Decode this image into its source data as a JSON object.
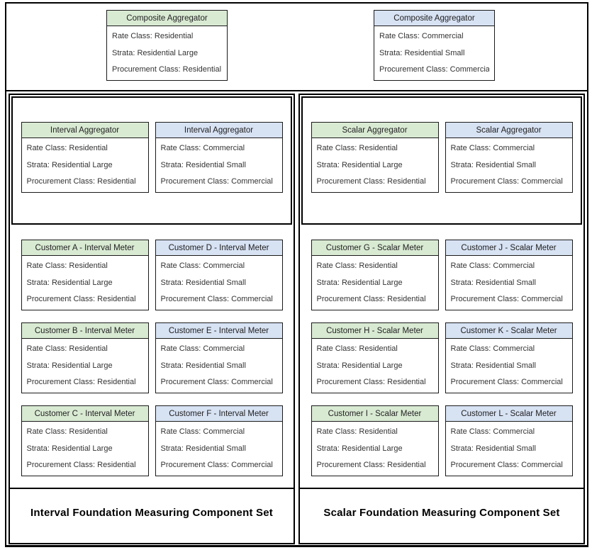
{
  "colors": {
    "green_header": "#d9ead3",
    "blue_header": "#d7e2f3",
    "border": "#000000"
  },
  "top_cards": [
    {
      "title": "Composite Aggregator",
      "scheme": "green",
      "lines": [
        "Rate Class: Residential",
        "Strata: Residential Large",
        "Procurement Class: Residential"
      ]
    },
    {
      "title": "Composite Aggregator",
      "scheme": "blue",
      "lines": [
        "Rate Class: Commercial",
        "Strata: Residential Small",
        "Procurement Class: Commercial"
      ]
    }
  ],
  "sets": [
    {
      "label": "Interval Foundation Measuring Component Set",
      "aggregators": [
        {
          "title": "Interval Aggregator",
          "scheme": "green",
          "lines": [
            "Rate Class: Residential",
            "Strata: Residential Large",
            "Procurement Class: Residential"
          ]
        },
        {
          "title": "Interval Aggregator",
          "scheme": "blue",
          "lines": [
            "Rate Class: Commercial",
            "Strata: Residential Small",
            "Procurement Class: Commercial"
          ]
        }
      ],
      "customers": [
        {
          "title": "Customer A - Interval Meter",
          "scheme": "green",
          "lines": [
            "Rate Class: Residential",
            "Strata: Residential Large",
            "Procurement Class: Residential"
          ]
        },
        {
          "title": "Customer D - Interval Meter",
          "scheme": "blue",
          "lines": [
            "Rate Class: Commercial",
            "Strata: Residential Small",
            "Procurement Class: Commercial"
          ]
        },
        {
          "title": "Customer B - Interval Meter",
          "scheme": "green",
          "lines": [
            "Rate Class: Residential",
            "Strata: Residential Large",
            "Procurement Class: Residential"
          ]
        },
        {
          "title": "Customer E - Interval Meter",
          "scheme": "blue",
          "lines": [
            "Rate Class: Commercial",
            "Strata: Residential Small",
            "Procurement Class: Commercial"
          ]
        },
        {
          "title": "Customer C - Interval Meter",
          "scheme": "green",
          "lines": [
            "Rate Class: Residential",
            "Strata: Residential Large",
            "Procurement Class: Residential"
          ]
        },
        {
          "title": "Customer F - Interval Meter",
          "scheme": "blue",
          "lines": [
            "Rate Class: Commercial",
            "Strata: Residential Small",
            "Procurement Class: Commercial"
          ]
        }
      ]
    },
    {
      "label": "Scalar Foundation Measuring Component Set",
      "aggregators": [
        {
          "title": "Scalar Aggregator",
          "scheme": "green",
          "lines": [
            "Rate Class: Residential",
            "Strata: Residential Large",
            "Procurement Class: Residential"
          ]
        },
        {
          "title": "Scalar Aggregator",
          "scheme": "blue",
          "lines": [
            "Rate Class: Commercial",
            "Strata: Residential Small",
            "Procurement Class: Commercial"
          ]
        }
      ],
      "customers": [
        {
          "title": "Customer G - Scalar Meter",
          "scheme": "green",
          "lines": [
            "Rate Class: Residential",
            "Strata: Residential Large",
            "Procurement Class: Residential"
          ]
        },
        {
          "title": "Customer J - Scalar Meter",
          "scheme": "blue",
          "lines": [
            "Rate Class: Commercial",
            "Strata: Residential Small",
            "Procurement Class: Commercial"
          ]
        },
        {
          "title": "Customer H - Scalar Meter",
          "scheme": "green",
          "lines": [
            "Rate Class: Residential",
            "Strata: Residential Large",
            "Procurement Class: Residential"
          ]
        },
        {
          "title": "Customer K - Scalar Meter",
          "scheme": "blue",
          "lines": [
            "Rate Class: Commercial",
            "Strata: Residential Small",
            "Procurement Class: Commercial"
          ]
        },
        {
          "title": "Customer I - Scalar Meter",
          "scheme": "green",
          "lines": [
            "Rate Class: Residential",
            "Strata: Residential Large",
            "Procurement Class: Residential"
          ]
        },
        {
          "title": "Customer L - Scalar Meter",
          "scheme": "blue",
          "lines": [
            "Rate Class: Commercial",
            "Strata: Residential Small",
            "Procurement Class: Commercial"
          ]
        }
      ]
    }
  ]
}
